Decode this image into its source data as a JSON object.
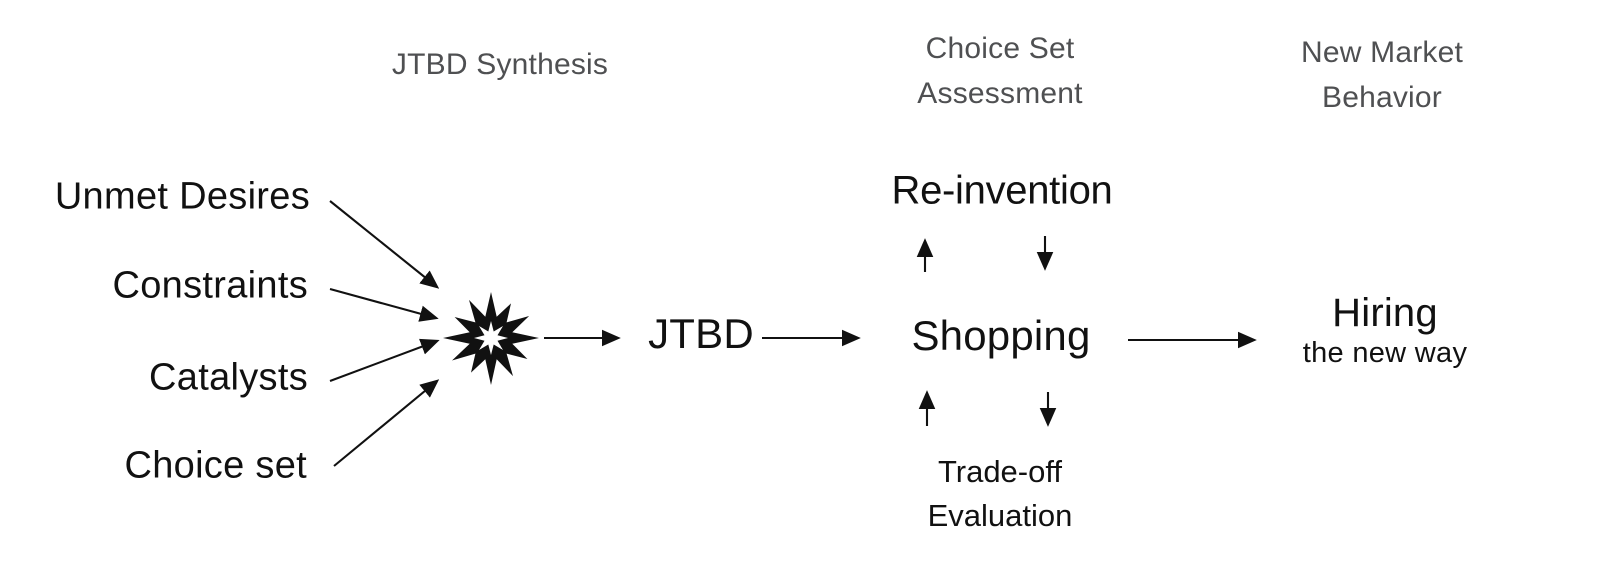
{
  "headers": {
    "synthesis": "JTBD Synthesis",
    "choice_set_1": "Choice Set",
    "choice_set_2": "Assessment",
    "new_market_1": "New Market",
    "new_market_2": "Behavior"
  },
  "inputs": [
    {
      "label": "Unmet Desires"
    },
    {
      "label": "Constraints"
    },
    {
      "label": "Catalysts"
    },
    {
      "label": "Choice set"
    }
  ],
  "flow": {
    "jtbd": "JTBD",
    "shopping": "Shopping",
    "reinvention": "Re-invention",
    "tradeoff_1": "Trade-off",
    "tradeoff_2": "Evaluation",
    "hiring": "Hiring",
    "hiring_sub": "the new way"
  },
  "icons": {
    "synthesis_burst": "starburst-icon"
  },
  "colors": {
    "text": "#111111",
    "header_text": "#4f5052",
    "background": "#ffffff"
  }
}
